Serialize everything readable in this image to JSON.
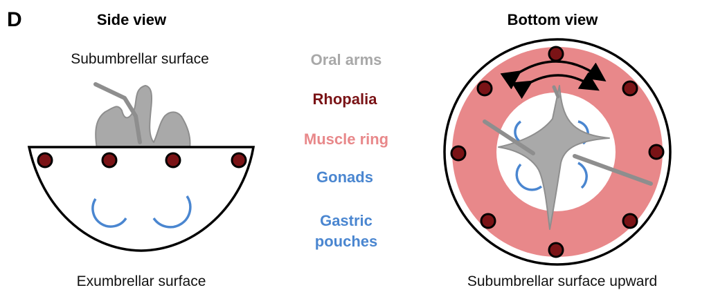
{
  "panel_label": "D",
  "side_view": {
    "heading": "Side view",
    "top_caption": "Subumbrellar surface",
    "bottom_caption": "Exumbrellar surface"
  },
  "bottom_view": {
    "heading": "Bottom view",
    "bottom_caption": "Subumbrellar surface upward"
  },
  "legend": [
    {
      "key": "oral_arms",
      "label": "Oral arms",
      "color": "#a8a8a8"
    },
    {
      "key": "rhopalia",
      "label": "Rhopalia",
      "color": "#7a1316"
    },
    {
      "key": "muscle_ring",
      "label": "Muscle ring",
      "color": "#e8888a"
    },
    {
      "key": "gonads",
      "label": "Gonads",
      "color": "#4a86d0"
    },
    {
      "key": "gastric_pouches",
      "label": "Gastric pouches",
      "line1": "Gastric",
      "line2": "pouches",
      "color": "#4a86d0"
    }
  ]
}
